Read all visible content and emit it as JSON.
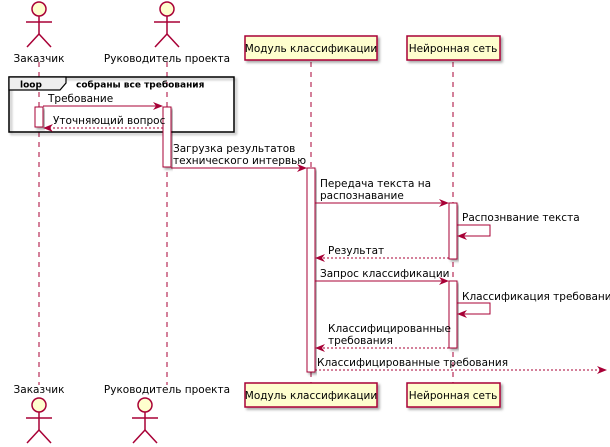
{
  "diagram": {
    "type": "sequence",
    "colors": {
      "line": "#A80036",
      "participant_fill": "#FEFECE",
      "frame": "#000000"
    },
    "participants": [
      {
        "id": "customer",
        "label": "Заказчик",
        "kind": "actor"
      },
      {
        "id": "pm",
        "label": "Руководитель проекта",
        "kind": "actor"
      },
      {
        "id": "module",
        "label": "Модуль классификации",
        "kind": "participant"
      },
      {
        "id": "nn",
        "label": "Нейронная сеть",
        "kind": "participant"
      }
    ],
    "loop": {
      "keyword": "loop",
      "condition": "собраны все требования"
    },
    "messages": [
      {
        "from": "customer",
        "to": "pm",
        "lines": [
          "Требование"
        ],
        "style": "solid"
      },
      {
        "from": "pm",
        "to": "customer",
        "lines": [
          "Уточняющий вопрос"
        ],
        "style": "dashed"
      },
      {
        "from": "pm",
        "to": "module",
        "lines": [
          "Загрузка результатов",
          "технического интервью"
        ],
        "style": "solid"
      },
      {
        "from": "module",
        "to": "nn",
        "lines": [
          "Передача текста на",
          "распознавание"
        ],
        "style": "solid"
      },
      {
        "from": "nn",
        "to": "nn",
        "lines": [
          "Распознвание текста"
        ],
        "style": "self"
      },
      {
        "from": "nn",
        "to": "module",
        "lines": [
          "Результат"
        ],
        "style": "dashed"
      },
      {
        "from": "module",
        "to": "nn",
        "lines": [
          "Запрос классификации"
        ],
        "style": "solid"
      },
      {
        "from": "nn",
        "to": "nn",
        "lines": [
          "Классификация требований"
        ],
        "style": "self"
      },
      {
        "from": "nn",
        "to": "module",
        "lines": [
          "Классифицированные",
          "требования"
        ],
        "style": "dashed"
      },
      {
        "from": "module",
        "to": "outside",
        "lines": [
          "Классифицированные требования"
        ],
        "style": "dashed"
      }
    ]
  }
}
